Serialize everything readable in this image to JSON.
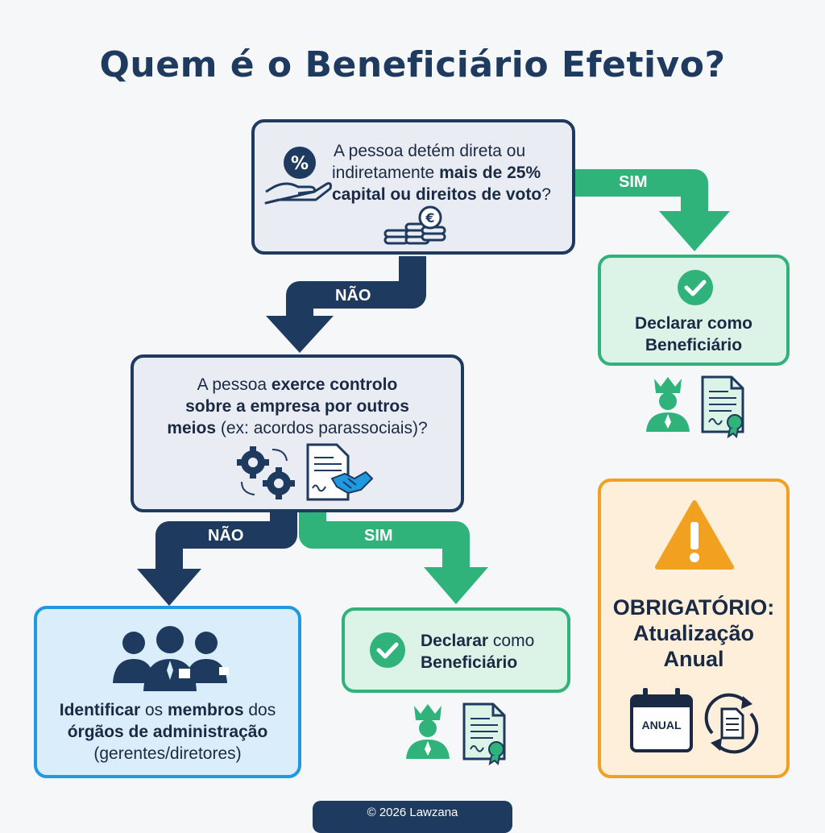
{
  "title": "Quem é o Beneficiário Efetivo?",
  "q1": {
    "line1": "A pessoa detém direta ou",
    "line2_a": "indiretamente ",
    "line2_b": "mais de 25%",
    "line3_b": "capital ou direitos de voto",
    "line3_c": "?"
  },
  "q2": {
    "line1_a": "A pessoa ",
    "line1_b": "exerce controlo",
    "line2": "sobre a empresa por outros",
    "line3_a": "meios",
    "line3_b": " (ex: acordos parassociais)?"
  },
  "arrows": {
    "sim1": "SIM",
    "nao1": "NÃO",
    "nao2": "NÃO",
    "sim2": "SIM"
  },
  "result_top": {
    "line1": "Declarar como",
    "line2": "Beneficiário"
  },
  "result_mid": {
    "line1_a": "Declarar",
    "line1_b": " como",
    "line2": "Beneficiário"
  },
  "result_left": {
    "line1_a": "Identificar",
    "line1_b": " os ",
    "line1_c": "membros",
    "line1_d": " dos",
    "line2": "órgãos de administração",
    "line3": "(gerentes/diretores)"
  },
  "warning": {
    "line1": "OBRIGATÓRIO:",
    "line2": "Atualização",
    "line3": "Anual",
    "calendar_label": "ANUAL"
  },
  "footer": "© 2026 Lawzana",
  "colors": {
    "navy": "#1f3a5f",
    "green": "#2fb37a",
    "blue": "#1f9ae0",
    "orange": "#f1a01f"
  },
  "icons": [
    "percent-hand-icon",
    "coins-euro-icon",
    "check-icon",
    "king-person-icon",
    "certificate-icon",
    "gears-icon",
    "contract-handshake-icon",
    "team-people-icon",
    "warning-icon",
    "calendar-icon",
    "refresh-document-icon"
  ]
}
